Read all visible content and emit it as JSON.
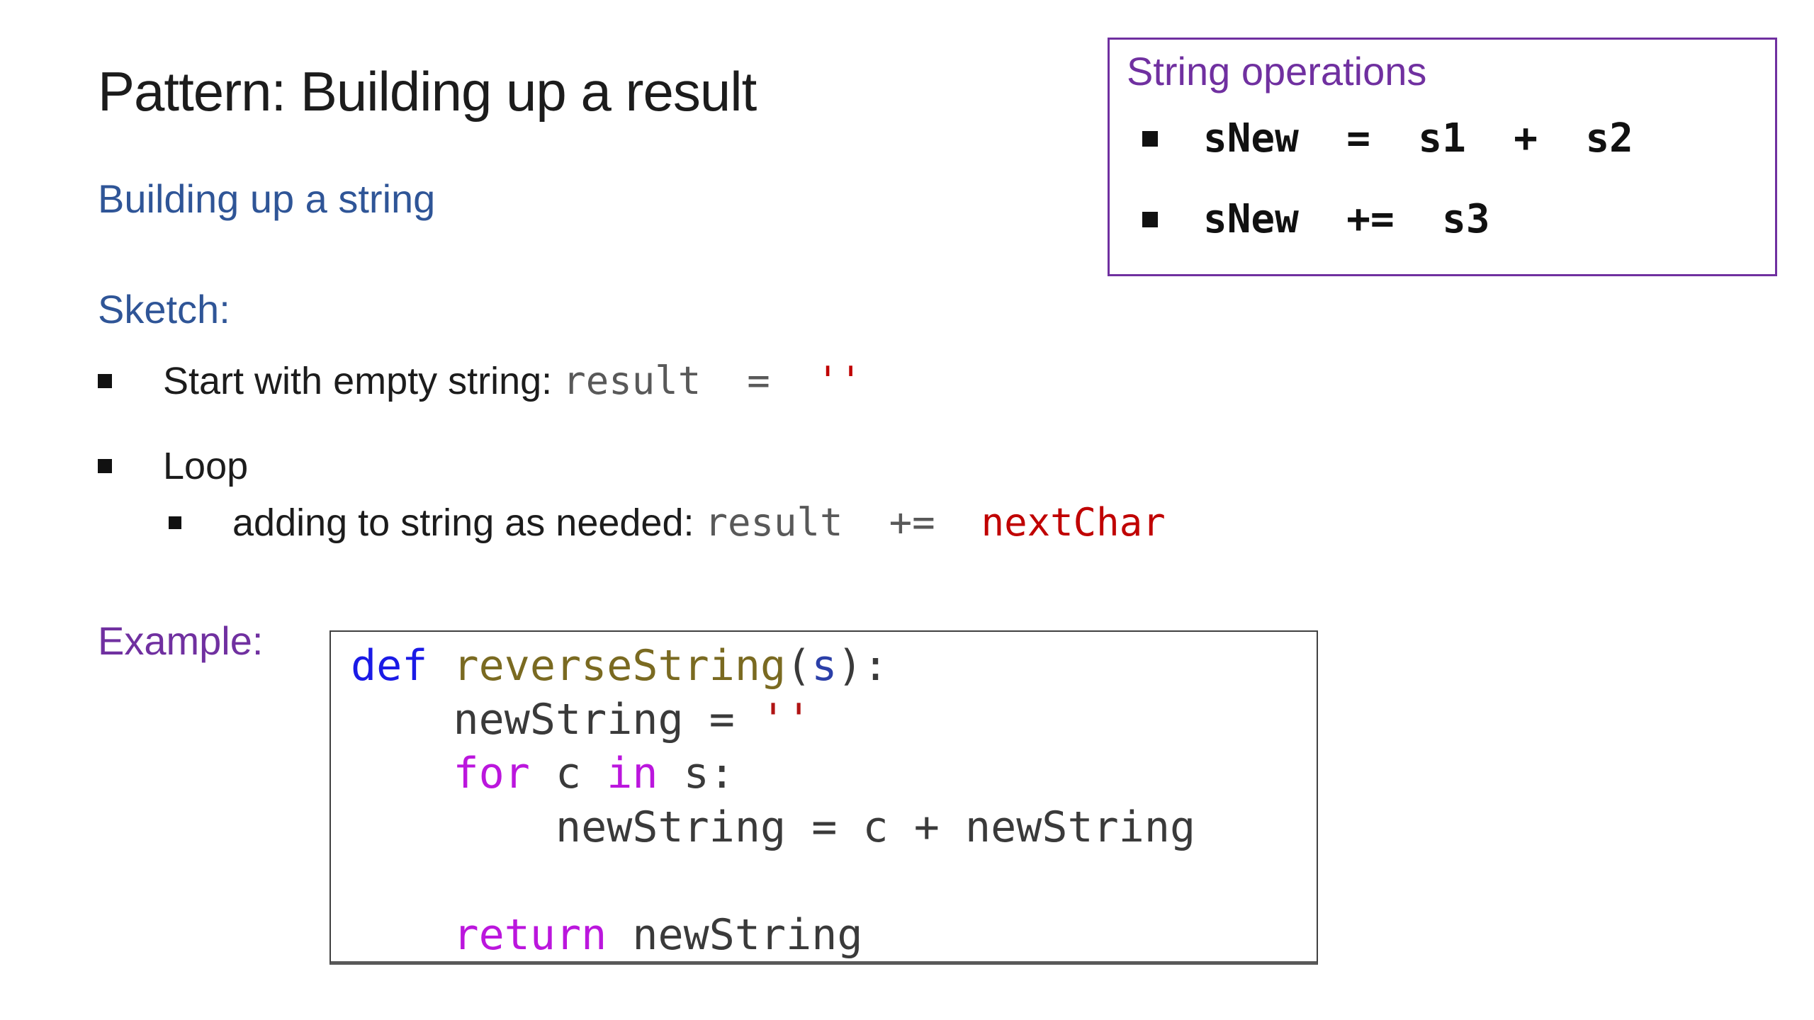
{
  "slide_title": "Pattern: Building up a result",
  "subtitle": "Building up a string",
  "string_ops_box": {
    "title": "String operations",
    "bullets": [
      "sNew  =  s1  +  s2",
      "sNew  +=  s3"
    ]
  },
  "sketch": {
    "heading": "Sketch:",
    "bullet1_label": "Start with empty string: ",
    "bullet1_code": "result  =  ",
    "bullet1_code_red": "''",
    "bullet2_label": "Loop",
    "sub_bullet_label": "adding to string as needed: ",
    "sub_bullet_code": "result  +=  ",
    "sub_bullet_code_red": "nextChar"
  },
  "example": {
    "heading": "Example:",
    "code_lines": [
      [
        [
          "def",
          "kw"
        ],
        [
          " ",
          "pl"
        ],
        [
          "reverseString",
          "fn"
        ],
        [
          "(",
          "pl"
        ],
        [
          "s",
          "param"
        ],
        [
          "):",
          "pl"
        ]
      ],
      [
        [
          "    newString = ",
          "pl"
        ],
        [
          "''",
          "str"
        ]
      ],
      [
        [
          "    ",
          "pl"
        ],
        [
          "for",
          "kw2"
        ],
        [
          " c ",
          "pl"
        ],
        [
          "in",
          "kw2"
        ],
        [
          " s:",
          "pl"
        ]
      ],
      [
        [
          "        newString = c + newString",
          "pl"
        ]
      ],
      [
        [
          " ",
          "pl"
        ]
      ],
      [
        [
          "    ",
          "pl"
        ],
        [
          "return",
          "kw2"
        ],
        [
          " newString",
          "pl"
        ]
      ]
    ]
  },
  "colors": {
    "heading_blue": "#2F5597",
    "accent_purple": "#7030A0",
    "accent_red": "#C00000",
    "mono_gray": "#595959",
    "code_plain": "#3A3A3A",
    "code_keyword_blue": "#1A1AE6",
    "code_function_olive": "#7A6A21",
    "code_param_navy": "#2B3FA8",
    "code_keyword_magenta": "#BB16DD",
    "code_string_red": "#B01414",
    "box_border_purple": "#7030A0",
    "code_box_border": "#404040"
  }
}
